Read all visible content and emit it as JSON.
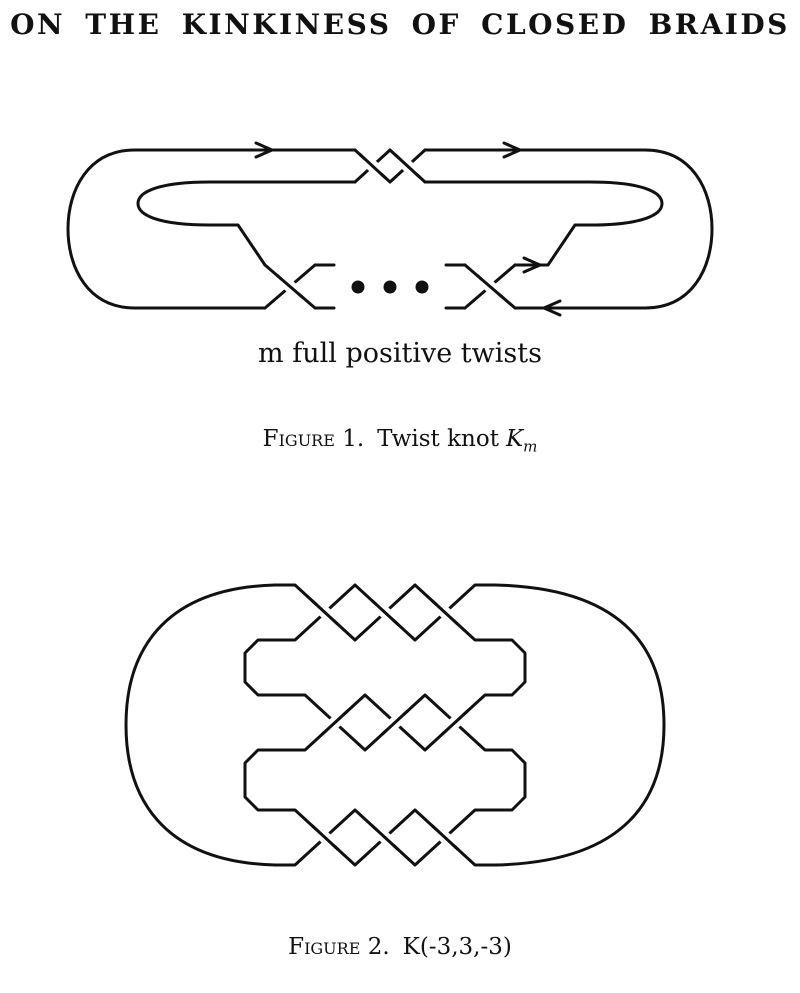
{
  "page": {
    "title": "ON THE KINKINESS OF CLOSED BRAIDS"
  },
  "figure1": {
    "annotation": "m full positive twists",
    "caption_label": "Figure 1.",
    "caption_text": "Twist knot",
    "symbol_base": "K",
    "symbol_sub": "m"
  },
  "figure2": {
    "caption_label": "Figure 2.",
    "caption_text": "K(-3,3,-3)"
  },
  "colors": {
    "ink": "#111111",
    "background": "#ffffff"
  }
}
